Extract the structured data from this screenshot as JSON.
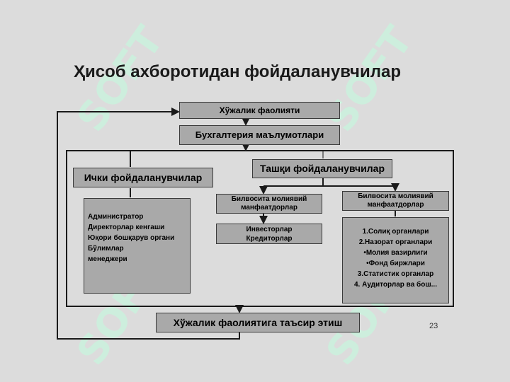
{
  "title": "Ҳисоб ахборотидан фойдаланувчилар",
  "boxes": {
    "activity": "Хўжалик фаолияти",
    "accounting_data": "Бухгалтерия маълумотлари",
    "internal_users": "Ички фойдаланувчилар",
    "external_users": "Ташқи фойдаланувчилар",
    "direct_interest": "Билвосита молиявий манфаатдорлар",
    "indirect_interest": "Билвосита молиявий манфаатдорлар",
    "impact": "Хўжалик фаолиятига таъсир этиш"
  },
  "internal_list": [
    "Администратор",
    "Директорлар кенгаши",
    "Юқори бошқарув органи",
    "Бўлимлар",
    "менеджери"
  ],
  "investors_list": [
    "Инвесторлар",
    "Кредиторлар"
  ],
  "external_list": [
    "1.Солиқ органлари",
    "2.Назорат органлари",
    "•Молия вазирлиги",
    "•Фонд биржлари",
    "3.Статистик органлар",
    "4. Аудиторлар ва бош..."
  ],
  "watermark": "SOFT",
  "page_number": "23",
  "colors": {
    "background": "#dcdcdc",
    "box_fill": "#a9a9a9",
    "line": "#1a1a1a",
    "watermark": "#c8eedc"
  }
}
